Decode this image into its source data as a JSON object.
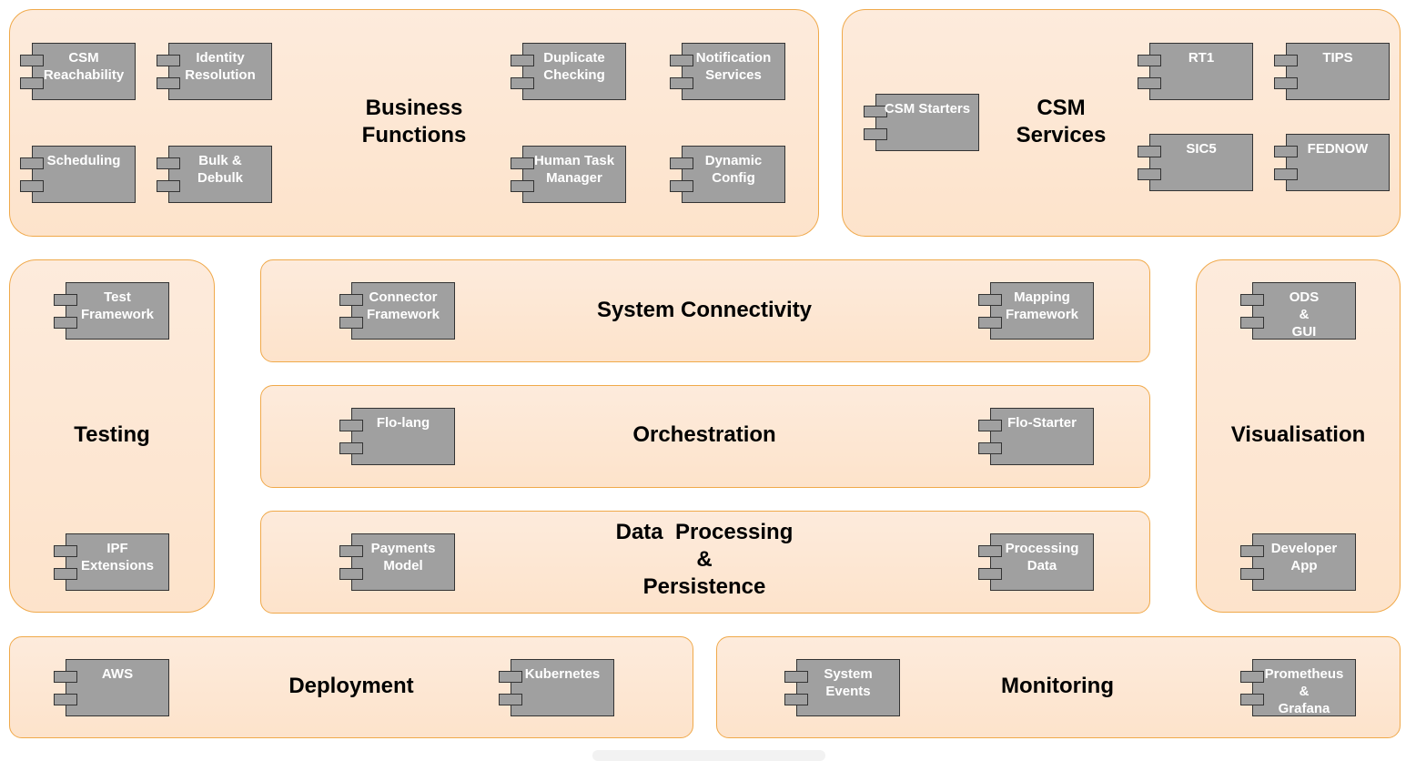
{
  "colors": {
    "group_border": "#f0a94a",
    "group_fill": "#fde6d2",
    "component_fill": "#a0a0a0",
    "component_border": "#333333",
    "component_text": "#ffffff"
  },
  "groups": [
    {
      "id": "business-functions",
      "title": "Business\nFunctions",
      "components": [
        "CSM\nReachability",
        "Identity\nResolution",
        "Duplicate\nChecking",
        "Notification\nServices",
        "Scheduling",
        "Bulk &\nDebulk",
        "Human Task\nManager",
        "Dynamic\nConfig"
      ]
    },
    {
      "id": "csm-services",
      "title": "CSM\nServices",
      "components": [
        "CSM Starters",
        "RT1",
        "TIPS",
        "SIC5",
        "FEDNOW"
      ]
    },
    {
      "id": "testing",
      "title": "Testing",
      "components": [
        "Test\nFramework",
        "IPF\nExtensions"
      ]
    },
    {
      "id": "system-connectivity",
      "title": "System Connectivity",
      "components": [
        "Connector\nFramework",
        "Mapping\nFramework"
      ]
    },
    {
      "id": "orchestration",
      "title": "Orchestration",
      "components": [
        "Flo-lang",
        "Flo-Starter"
      ]
    },
    {
      "id": "data-processing",
      "title": "Data  Processing\n&\nPersistence",
      "components": [
        "Payments\nModel",
        "Processing\nData"
      ]
    },
    {
      "id": "visualisation",
      "title": "Visualisation",
      "components": [
        "ODS\n&\nGUI",
        "Developer\nApp"
      ]
    },
    {
      "id": "deployment",
      "title": "Deployment",
      "components": [
        "AWS",
        "Kubernetes"
      ]
    },
    {
      "id": "monitoring",
      "title": "Monitoring",
      "components": [
        "System\nEvents",
        "Prometheus\n&\nGrafana"
      ]
    }
  ]
}
